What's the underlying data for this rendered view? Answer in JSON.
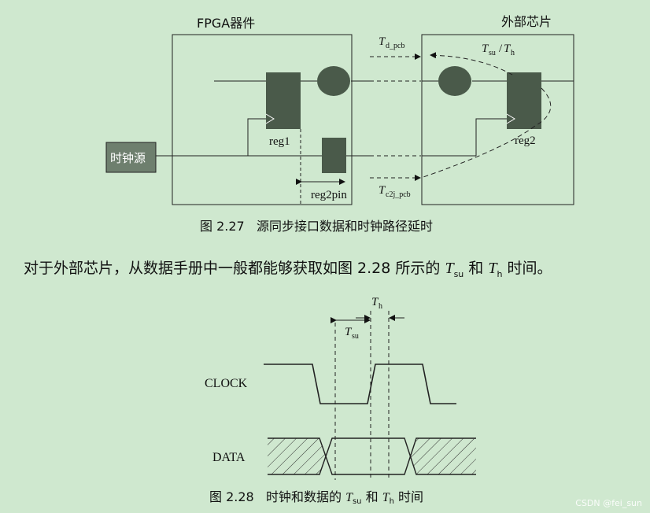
{
  "figure1": {
    "left_box_title": "FPGA器件",
    "right_box_title": "外部芯片",
    "clock_source": "时钟源",
    "reg1": "reg1",
    "reg2": "reg2",
    "reg2pin": "reg2pin",
    "t_d_pcb": {
      "main": "T",
      "sub": "d_pcb"
    },
    "t_su_th": {
      "main1": "T",
      "sub1": "su",
      "sep": "/",
      "main2": "T",
      "sub2": "h"
    },
    "t_c2j_pcb": {
      "main": "T",
      "sub": "c2j_pcb"
    },
    "caption": "图 2.27   源同步接口数据和时钟路径延时"
  },
  "body": {
    "prefix": "对于外部芯片，从数据手册中一般都能够获取如图 2.28 所示的 ",
    "t1": "T",
    "t1_sub": "su",
    "mid": " 和 ",
    "t2": "T",
    "t2_sub": "h",
    "suffix": " 时间。"
  },
  "figure2": {
    "clock_label": "CLOCK",
    "data_label": "DATA",
    "th": {
      "main": "T",
      "sub": "h"
    },
    "tsu": {
      "main": "T",
      "sub": "su"
    },
    "caption_prefix": "图 2.28   时钟和数据的 ",
    "caption_t1": "T",
    "caption_t1_sub": "su",
    "caption_mid": " 和 ",
    "caption_t2": "T",
    "caption_t2_sub": "h",
    "caption_suffix": " 时间"
  },
  "watermark": "CSDN @fei_sun",
  "colors": {
    "background": "#cfe8cf",
    "block": "#4a5a4a",
    "clock_box": "#6e7f6e"
  }
}
